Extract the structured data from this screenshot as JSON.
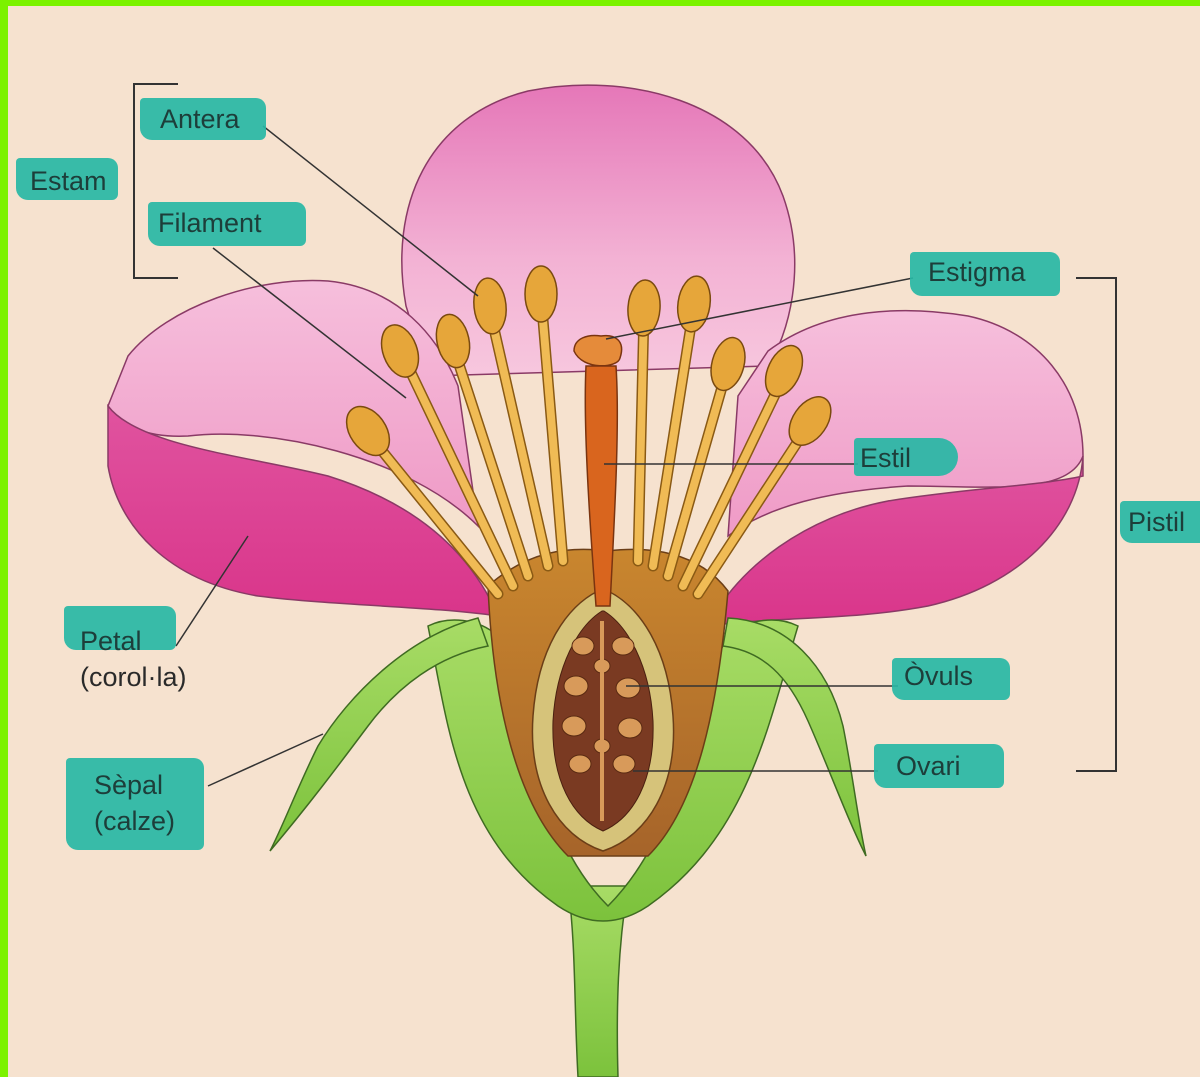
{
  "labels": {
    "estam": "Estam",
    "antera": "Antera",
    "filament": "Filament",
    "estigma": "Estigma",
    "estil": "Estil",
    "pistil": "Pistil",
    "petal": "Petal",
    "petal_sub": "(corol·la)",
    "sepal": "Sèpal",
    "sepal_sub": "(calze)",
    "ovuls": "Òvuls",
    "ovari": "Ovari"
  },
  "colors": {
    "background": "#f6e2cf",
    "frame": "#7cf200",
    "highlighter": "#27b7a5",
    "petal_light": "#f2a9cf",
    "petal_dark": "#dd3d93",
    "stamen": "#e6a63a",
    "style": "#d9651e",
    "receptacle": "#b8742a",
    "sepal": "#8ccf4a",
    "ovary_interior": "#7a3a22"
  }
}
